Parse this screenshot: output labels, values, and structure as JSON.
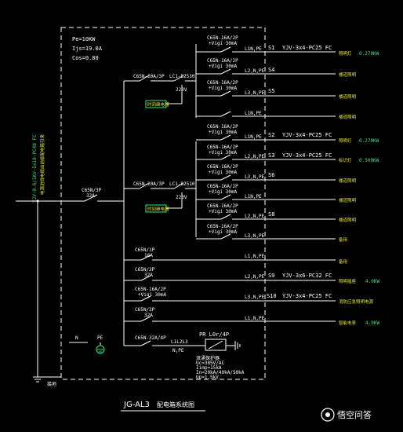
{
  "params": {
    "pe": "Pe=10KW",
    "ijs": "Ijs=19.0A",
    "cos": "Cos=0.80"
  },
  "incoming": {
    "cable": "YJV-0.6/1KV-5x10-PC40  FC",
    "cable_note": "电源进线电缆由前级配电箱引来",
    "breaker": "C65N/3P",
    "breaker_rating": "32A"
  },
  "groups": [
    {
      "breaker": "C65N-20A/3P",
      "contactor": "LC1-D2510",
      "contactor_sub": "220V",
      "relay": "时间继电器"
    },
    {
      "breaker": "C65N-20A/3P",
      "contactor": "LC1-D2510",
      "contactor_sub": "220V",
      "relay": "时间继电器"
    }
  ],
  "branches": [
    {
      "b1": "C65N-16A/2P",
      "b2": "+Vigi 30mA",
      "phase": "L1N,PE",
      "circuit": "S1",
      "cable": "YJV-3x4-PC25  FC",
      "load": "照明灯",
      "power": "0.270KW"
    },
    {
      "b1": "C65N-16A/2P",
      "b2": "+Vigi 30mA",
      "phase": "L2,N,PE",
      "circuit": "S4",
      "cable": "",
      "load": "楼道照明",
      "power": ""
    },
    {
      "b1": "C65N-16A/2P",
      "b2": "+Vigi 30mA",
      "phase": "L3,N,PE",
      "circuit": "S5",
      "cable": "",
      "load": "楼道照明",
      "power": ""
    },
    {
      "b1": "",
      "b2": "",
      "phase": "L1N,PE",
      "circuit": "",
      "cable": "",
      "load": "楼道照明",
      "power": ""
    },
    {
      "b1": "C65N-16A/2P",
      "b2": "+Vigi 30mA",
      "phase": "L1N,PE",
      "circuit": "S2",
      "cable": "YJV-3x4-PC25  FC",
      "load": "照明灯",
      "power": "0.270KW"
    },
    {
      "b1": "C65N-16A/2P",
      "b2": "+Vigi 30mA",
      "phase": "L2,N,PE",
      "circuit": "S3",
      "cable": "YJV-3x4-PC25  FC",
      "load": "标识灯",
      "power": "0.500KW"
    },
    {
      "b1": "C65N-16A/2P",
      "b2": "+Vigi 30mA",
      "phase": "L3,N,PE",
      "circuit": "S6",
      "cable": "",
      "load": "楼道照明",
      "power": ""
    },
    {
      "b1": "C65N-16A/2P",
      "b2": "+Vigi 30mA",
      "phase": "L1N,PE",
      "circuit": "",
      "cable": "",
      "load": "楼道照明",
      "power": ""
    },
    {
      "b1": "C65N-16A/2P",
      "b2": "+Vigi 30mA",
      "phase": "L2,N,PE",
      "circuit": "S8",
      "cable": "",
      "load": "楼道照明",
      "power": ""
    },
    {
      "b1": "C65N-16A/2P",
      "b2": "+Vigi 30mA",
      "phase": "L3,N,PE",
      "circuit": "",
      "cable": "",
      "load": "备用",
      "power": ""
    }
  ],
  "lower_branches": [
    {
      "b1": "C65N/1P",
      "b2": "16A",
      "phase": "L1,N,PE",
      "circuit": "",
      "cable": "",
      "load": "备用",
      "power": ""
    },
    {
      "b1": "C65N/2P",
      "b2": "32A",
      "phase": "L2,N,PE",
      "circuit": "S9",
      "cable": "YJV-3x6-PC32  FC",
      "load": "照明插座",
      "power": "4.0KW"
    },
    {
      "b1": "C65N-16A/2P",
      "b2": "+Vigi 30mA",
      "phase": "L3,N,PE",
      "circuit": "S10",
      "cable": "YJV-3x4-PC25  FC",
      "load": "消防应急照明电源",
      "power": ""
    },
    {
      "b1": "C65N/2P",
      "b2": "32A",
      "phase": "L1,N,PE",
      "circuit": "",
      "cable": "",
      "load": "智能电表",
      "power": "4.0KW"
    }
  ],
  "spd": {
    "breaker": "C65N-32A/4P",
    "contactor": "L1L2L3",
    "contactor_sub": "N,PE",
    "label": "PR L0r/4P",
    "specs": [
      "浪涌保护器",
      "Uc=385V/AC",
      "Iimp=15kA",
      "In=20kA/40kA/50kA",
      "Up=1.5kV"
    ]
  },
  "terminals": {
    "n": "N",
    "pe": "PE"
  },
  "ground": "接地",
  "footer": {
    "title": "JG-AL3",
    "subtitle": "配电箱系统图"
  },
  "watermark": "悟空问答"
}
